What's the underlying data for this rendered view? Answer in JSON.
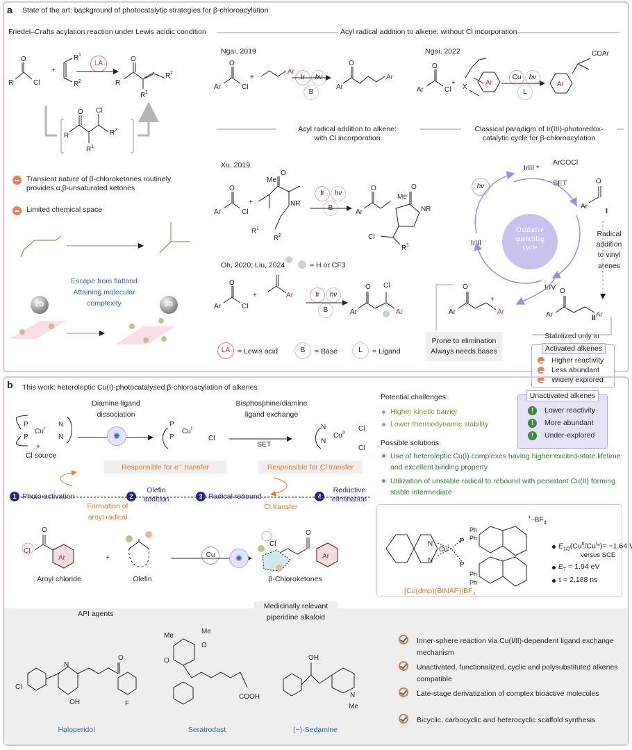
{
  "panel_a": {
    "letter": "a",
    "title": "State of the art: background of photocatalytic strategies for β-chloroacylation",
    "fc_header": "Friedel–Crafts acylation reaction under Lewis acidic condition",
    "acyl_header": "Acyl radical addition to alkene: without Cl incorporation",
    "ngai2019": "Ngai, 2019",
    "ngai2022": "Ngai, 2022",
    "xu2019": "Xu, 2019",
    "oh2020": "Oh, 2020; Liu, 2024",
    "cl_header_1": "Acyl radical addition to alkene:",
    "cl_header_2": "with Cl incorporation",
    "ir_header_1": "Classical paradigm of Ir(III)-photoredox-",
    "ir_header_2": "catalytic cycle for β-chloroacylation",
    "la": "LA",
    "ir": "Ir",
    "hv": "hν",
    "b": "B",
    "cu": "Cu",
    "l": "L",
    "h_or_cf3": "= H or CF3",
    "limitation_1a": "Transient nature of β-chloroketones routinely",
    "limitation_1b": "provides α,β-unsaturated ketones",
    "limitation_2": "Limited chemical space",
    "orb_2d": "2D",
    "orb_3d": "3D",
    "escape_1": "Escape from flatland",
    "escape_2": "Attaining molecular",
    "escape_3": "complexity",
    "legend_la": "= Lewis acid",
    "legend_b": "= Base",
    "legend_l": "= Ligand",
    "cycle_center_1": "Oxidative",
    "cycle_center_2": "quenching",
    "cycle_center_3": "cycle",
    "ir3_star": "IrIII *",
    "ir3": "IrIII",
    "ir4": "IrIV",
    "arcocl": "ArCOCl",
    "set": "SET",
    "label_I": "I",
    "label_II": "II",
    "radical_1": "Radical",
    "radical_2": "addition",
    "radical_3": "to vinyl",
    "radical_4": "arenes",
    "elim_1": "Prone to elimination",
    "elim_2": "Always needs bases",
    "stabilized": "Stabilized only in",
    "activated_title": "Activated alkenes",
    "activated_items": [
      "Higher reactivity",
      "Less abundant",
      "Widely explored"
    ]
  },
  "panel_b": {
    "letter": "b",
    "title": "This work: heteroleptic Cu(I)-photocatalysed β-chloroacylation of alkenes",
    "cl_source": "Cl source",
    "diamine_1": "Diamine ligand",
    "diamine_2": "dissociation",
    "bis_1": "Bisphosphine/diamine",
    "bis_2": "ligand exchange",
    "set": "SET",
    "resp_e": "Responsible for e⁻ transfer",
    "resp_cl": "Responsible for Cl transfer",
    "steps": [
      "Photo-activation",
      "Olefin addition",
      "Radical rebound",
      "Reductive elimination"
    ],
    "step_nums": [
      "1",
      "2",
      "3",
      "4"
    ],
    "formation_1": "Formation of",
    "formation_2": "aroyl radical",
    "cl_transfer": "Cl transfer",
    "aroyl_chloride": "Aroyl chloride",
    "olefin": "Olefin",
    "product": "β-Chloroketones",
    "challenges_title": "Potential challenges:",
    "challenges": [
      "Higher kinetic barrier",
      "Lower thermodynamic stability"
    ],
    "unactivated_title": "Unactivated alkenes",
    "unactivated_items": [
      "Lower reactivity",
      "More abundant",
      "Under-explored"
    ],
    "solutions_title": "Possible solutions:",
    "solution_1a": "Use of heteroleptic Cu(I) complexes having higher excited-state lifetime",
    "solution_1b": "and excellent binding property",
    "solution_2a": "Utilization of unstable radical to rebound with persistant Cu(II) forming",
    "solution_2b": "stable intermediate",
    "complex_name": "[Cu(dmp)(BINAP)]BF4",
    "bf4": "BF4",
    "e12": "E1/2(CuII/CuI*)= −1.64 V",
    "vs_sce": "versus SCE",
    "et": "ET = 1.94 eV",
    "tau": "τ = 2,188 ns"
  },
  "panel_c": {
    "api_agents": "API agents",
    "piperidine_1": "Medicinally relevant",
    "piperidine_2": "piperidine alkaloid",
    "haloperidol": "Haloperidol",
    "seratrodast": "Seratrodast",
    "sedamine": "(−)-Sedamine",
    "features": [
      [
        "Inner-sphere reaction via Cu(I/II)-dependent ligand exchange",
        "mechanism"
      ],
      [
        "Unactivated, functionalized, cyclic and polysubstituted alkenes",
        "compatible"
      ],
      [
        "Late-stage derivatization of complex bioactive molecules",
        ""
      ],
      [
        "Bicyclic, carbocyclic and heterocyclic scaffold synthesis",
        ""
      ]
    ]
  },
  "colors": {
    "panel_border": "#d9c4e4",
    "blue_text": "#2b6aa8",
    "orange_text": "#e0782a",
    "navy": "#232a7a",
    "green_text": "#2e7d32",
    "cycle_fill": "#c9c2ef",
    "bottom_bg": "#eeeeee"
  }
}
